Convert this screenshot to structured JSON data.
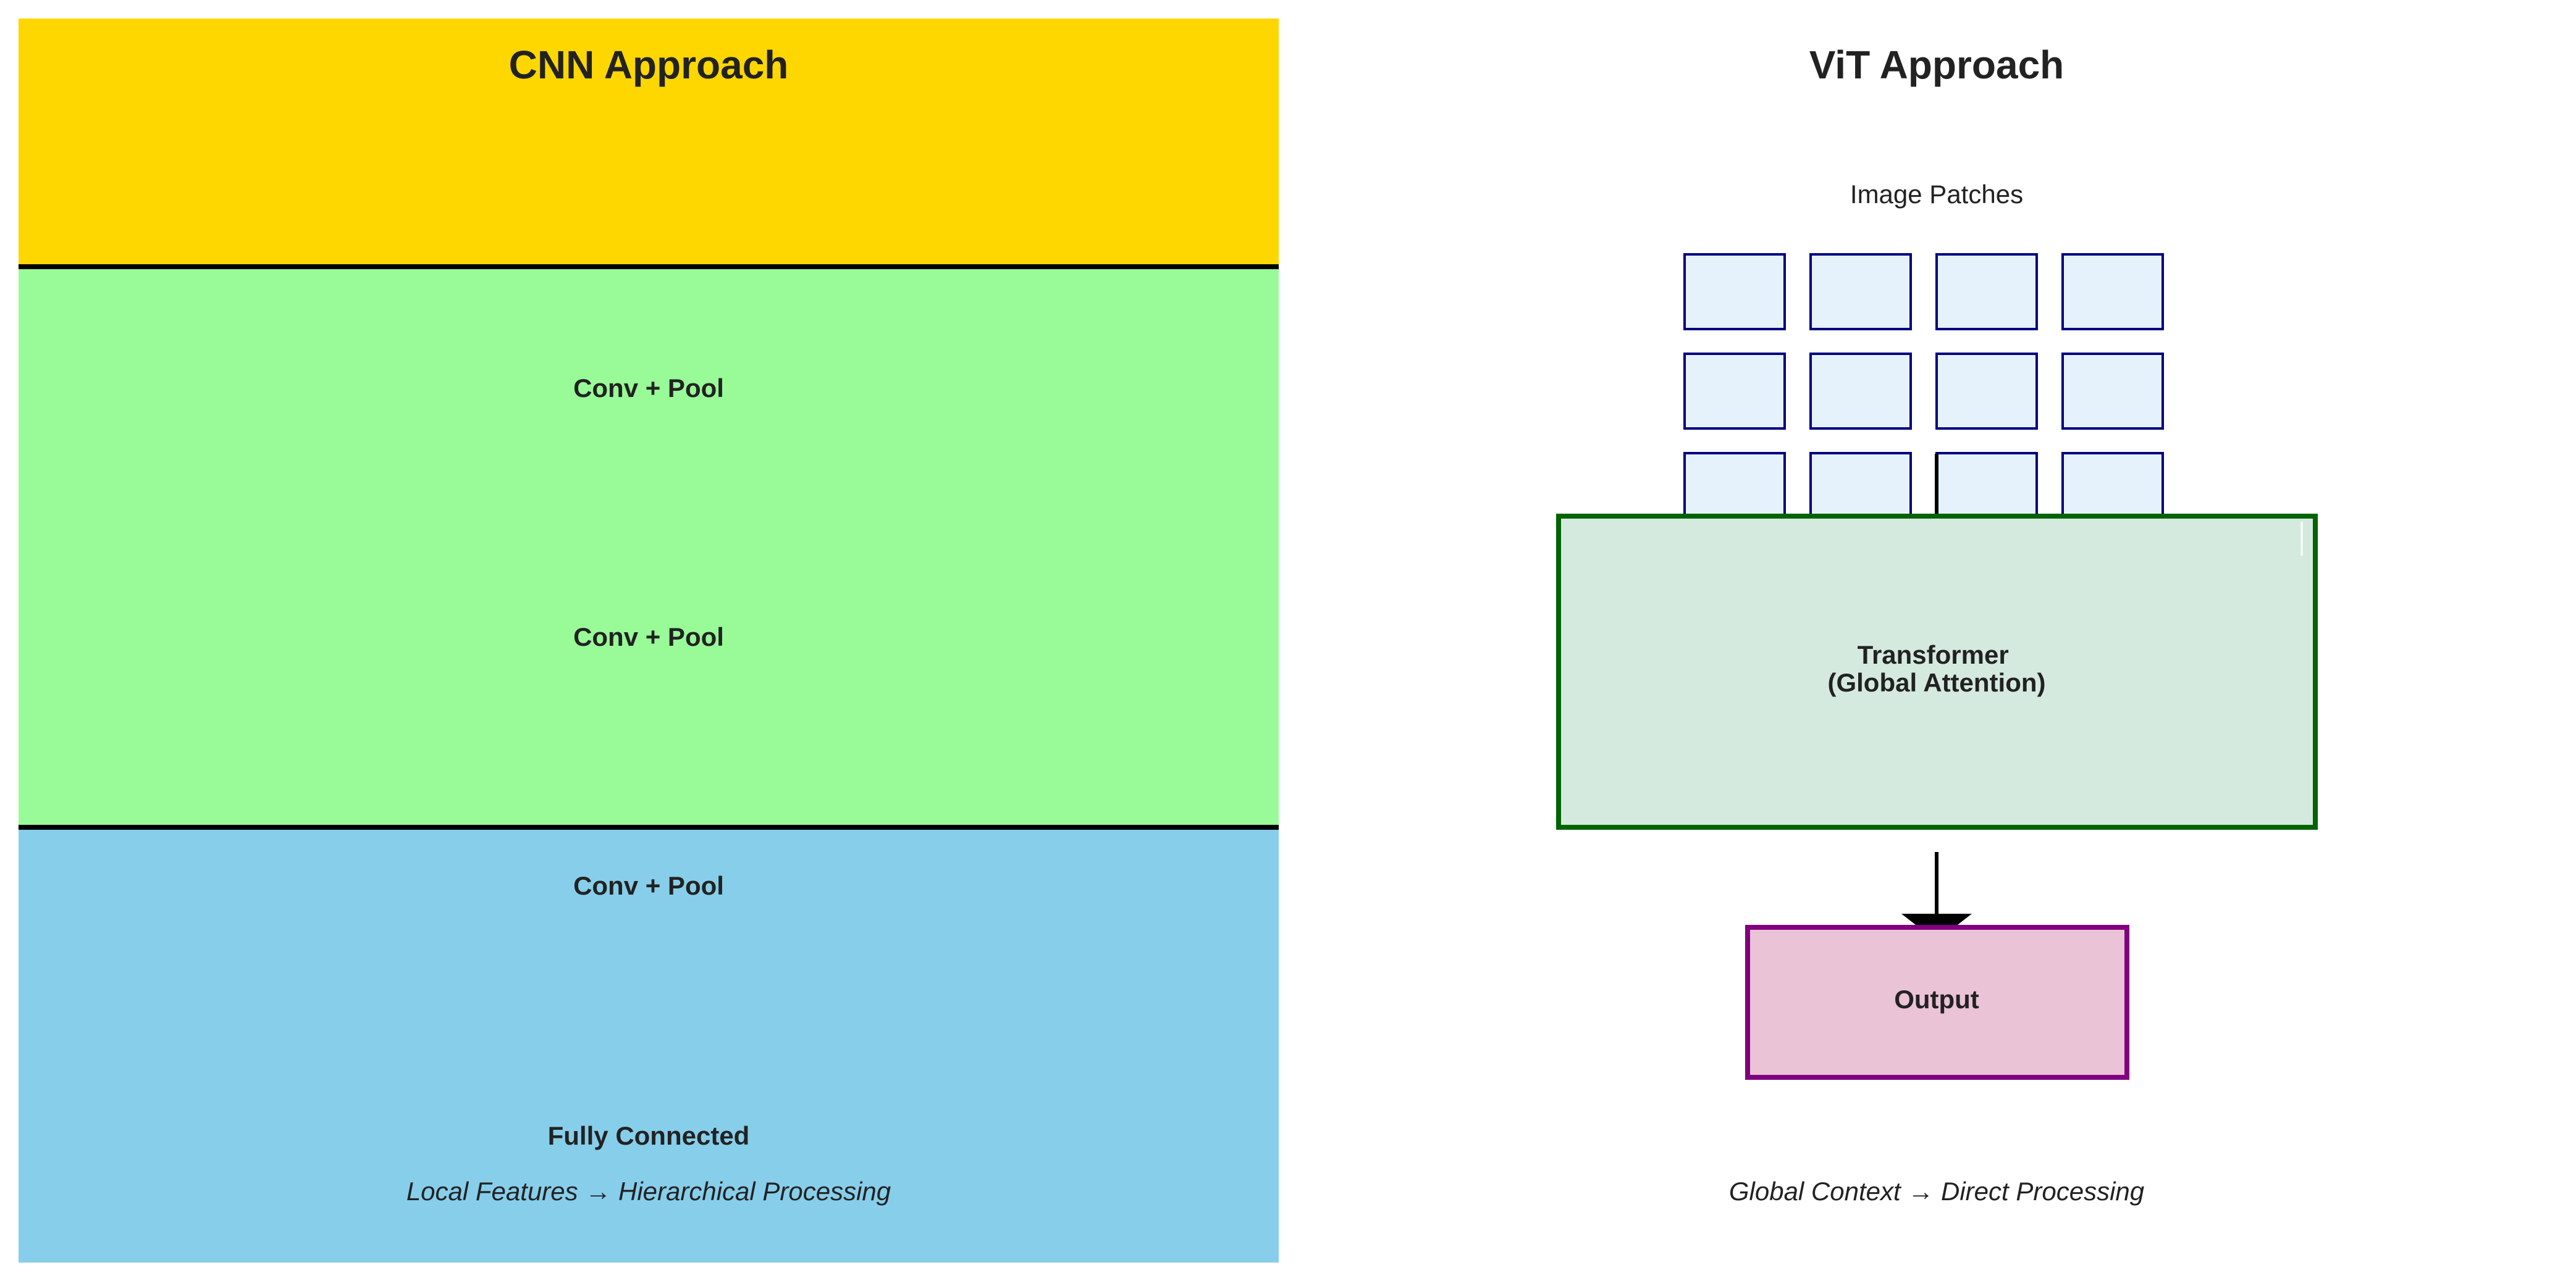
{
  "cnn": {
    "title": "CNN Approach",
    "layers": [
      "Conv + Pool",
      "Conv + Pool",
      "Conv + Pool"
    ],
    "fc_label": "Fully Connected",
    "caption": "Local Features → Hierarchical Processing",
    "colors": {
      "top": "#FFD700",
      "middle": "#98FB98",
      "bottom": "#87CEEB",
      "divider": "#000000"
    }
  },
  "vit": {
    "title": "ViT Approach",
    "patches_label": "Image Patches",
    "patch_grid": {
      "rows": 3,
      "cols": 4
    },
    "transformer_label_line1": "Transformer",
    "transformer_label_line2": "(Global Attention)",
    "output_label": "Output",
    "caption": "Global Context → Direct Processing",
    "colors": {
      "patch_fill": "#E6F2FB",
      "patch_stroke": "#000080",
      "transformer_fill": "#D5EADF",
      "transformer_stroke": "#006400",
      "output_fill": "#EAC3D6",
      "output_stroke": "#800080",
      "arrow": "#000000"
    }
  }
}
